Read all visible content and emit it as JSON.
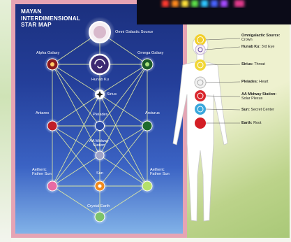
{
  "title_lines": [
    "MAYAN",
    "INTERDIMENSIONAL",
    "STAR MAP"
  ],
  "star_map_nodes": {
    "omni": "Omni Galactic Source",
    "alpha": "Alpha Galaxy",
    "omega": "Omega Galaxy",
    "hunab": "Hunab Ku",
    "sirius": "Sirius",
    "antares": "Antares",
    "arcturus": "Arcturus",
    "pleiades": "Pleiades",
    "aa_midway_l1": "AA Midway",
    "aa_midway_l2": "Station",
    "aetheric_left_l1": "Aetheric",
    "aetheric_left_l2": "Father Sun",
    "aetheric_right_l1": "Aetheric",
    "aetheric_right_l2": "Father Sun",
    "sun": "Sun",
    "crystal_earth": "Crystal Earth"
  },
  "body_centers": [
    {
      "name": "Omnigalactic Source:",
      "center": "Crown"
    },
    {
      "name": "Hunab Ku:",
      "center": "3rd Eye"
    },
    {
      "name": "Sirius:",
      "center": "Throat"
    },
    {
      "name": "Pleiades:",
      "center": "Heart"
    },
    {
      "name": "AA Midway Station:",
      "center": "Solar Plexus"
    },
    {
      "name": "Sun:",
      "center": "Secret Center"
    },
    {
      "name": "Earth:",
      "center": "Root"
    }
  ],
  "colors": {
    "panel_top": "#1b2f7d",
    "panel_bottom": "#86b7ea",
    "frame_pink": "#e6a4b4",
    "line_yellow": "#e8f0a0",
    "crown_yellow": "#f2cf2a",
    "throat_yellow": "#f1d736",
    "heart_white": "#f2f2f2",
    "solar_red": "#d9262d",
    "secret_blue": "#3aa7dc",
    "root_red": "#d31e25"
  }
}
